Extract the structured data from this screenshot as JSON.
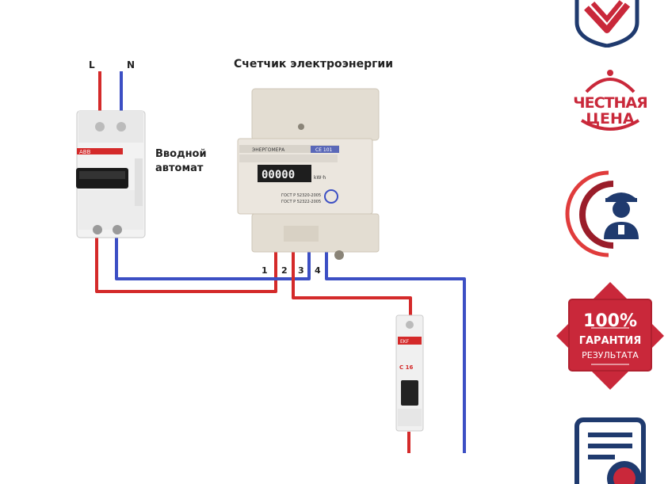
{
  "diagram": {
    "meter_title": "Счетчик электроэнергии",
    "input_breaker_label": [
      "Вводной",
      "автомат"
    ],
    "wire_labels": {
      "L": "L",
      "N": "N"
    },
    "terminals": [
      "1",
      "2",
      "3",
      "4"
    ],
    "meter_brand": "ЭНЕРГОМЕРА",
    "meter_model": "СЕ 101",
    "meter_reading": "00000",
    "meter_unit": "kW·h",
    "meter_gost": [
      "ГОСТ Р 52320-2005",
      "ГОСТ Р 52322-2005"
    ],
    "breaker_brand": "ABB",
    "small_breaker_brand": "EKF",
    "small_breaker_rating": "C 16",
    "colors": {
      "phase": "#d42a2a",
      "neutral": "#3c4fc4"
    }
  },
  "sidebar": {
    "badge2": {
      "line1": "ЧЕСТНАЯ",
      "line2": "ЦЕНА"
    },
    "badge4": {
      "line1": "100%",
      "line2": "ГАРАНТИЯ",
      "line3": "РЕЗУЛЬТАТА"
    }
  }
}
